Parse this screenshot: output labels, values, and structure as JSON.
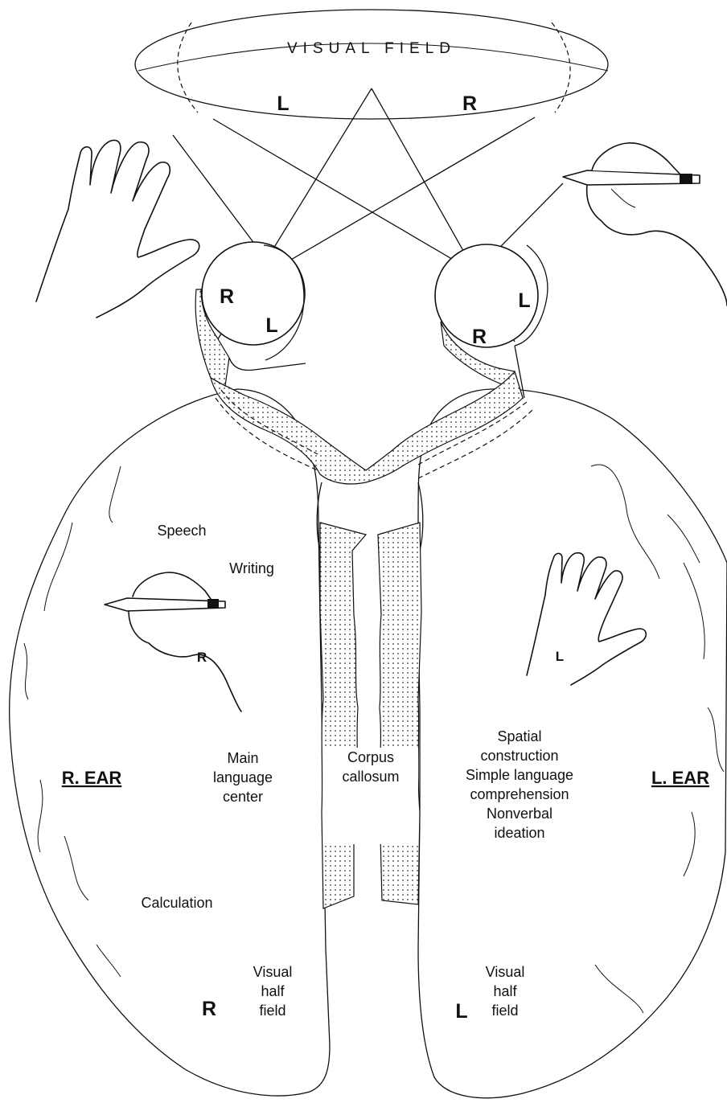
{
  "visual_field": {
    "title": "VISUAL FIELD",
    "left": "L",
    "right": "R"
  },
  "eyes": {
    "left_eye_r": "R",
    "left_eye_l": "L",
    "right_eye_l": "L",
    "right_eye_r": "R"
  },
  "right_hemisphere_side": {
    "speech": "Speech",
    "writing": "Writing",
    "hand_label": "R",
    "ear": "R. EAR",
    "main_language": [
      "Main",
      "language",
      "center"
    ],
    "calculation": "Calculation",
    "visual_half_field": [
      "Visual",
      "half",
      "field"
    ],
    "visual_half_letter": "R"
  },
  "corpus_callosum": [
    "Corpus",
    "callosum"
  ],
  "left_hemisphere_side": {
    "hand_label": "L",
    "functions": [
      "Spatial",
      "construction",
      "Simple language",
      "comprehension",
      "Nonverbal",
      "ideation"
    ],
    "ear": "L. EAR",
    "visual_half_field": [
      "Visual",
      "half",
      "field"
    ],
    "visual_half_letter": "L"
  }
}
